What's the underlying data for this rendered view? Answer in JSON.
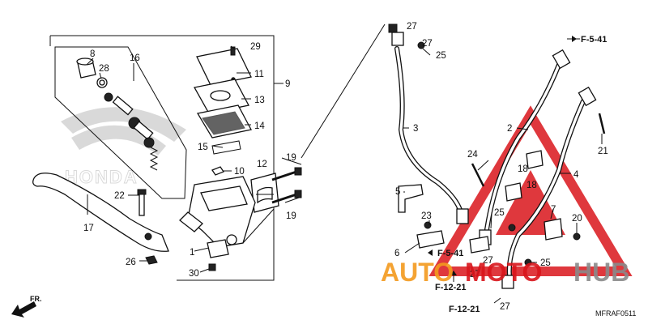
{
  "diagram": {
    "code": "MFRAF0511",
    "brand_watermark": "HONDA",
    "site_watermark": {
      "part1": "AUTO",
      "part2": "MOTO",
      "part3": "HUB"
    },
    "front_label": "FR.",
    "colors": {
      "watermark_red": "#d9151b",
      "watermark_orange": "#f39a1e",
      "watermark_gray": "#8a8a8a"
    }
  },
  "callouts": {
    "c1": "1",
    "c2": "2",
    "c3": "3",
    "c4": "4",
    "c5": "5",
    "c6": "6",
    "c7": "7",
    "c8": "8",
    "c9": "9",
    "c10": "10",
    "c11": "11",
    "c12": "12",
    "c13": "13",
    "c14": "14",
    "c15": "15",
    "c16": "16",
    "c17": "17",
    "c18a": "18",
    "c18b": "18",
    "c19a": "19",
    "c19b": "19",
    "c20": "20",
    "c21": "21",
    "c22": "22",
    "c23": "23",
    "c24": "24",
    "c25a": "25",
    "c25b": "25",
    "c25c": "25",
    "c26": "26",
    "c27a": "27",
    "c27b": "27",
    "c27c": "27",
    "c27d": "27",
    "c27e": "27",
    "c28": "28",
    "c29": "29",
    "c30": "30"
  },
  "refs": {
    "r1": "F-5-41",
    "r2": "F-5-41",
    "r3": "F-12-21",
    "r4": "F-12-21"
  }
}
